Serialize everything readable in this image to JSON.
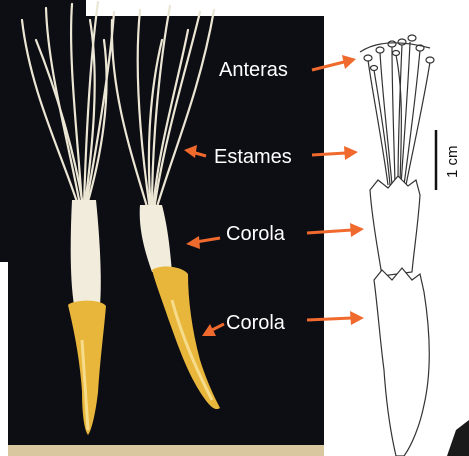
{
  "labels": {
    "anteras": "Anteras",
    "estames": "Estames",
    "corola_upper": "Corola",
    "corola_lower": "Corola"
  },
  "scale_bar": {
    "label": "1 cm"
  },
  "colors": {
    "photo_background": "#0d0d14",
    "arrow": "#f06a2e",
    "filament": "#efeadb",
    "corolla_yellow": "#e8b63a",
    "line_art": "#333333"
  }
}
